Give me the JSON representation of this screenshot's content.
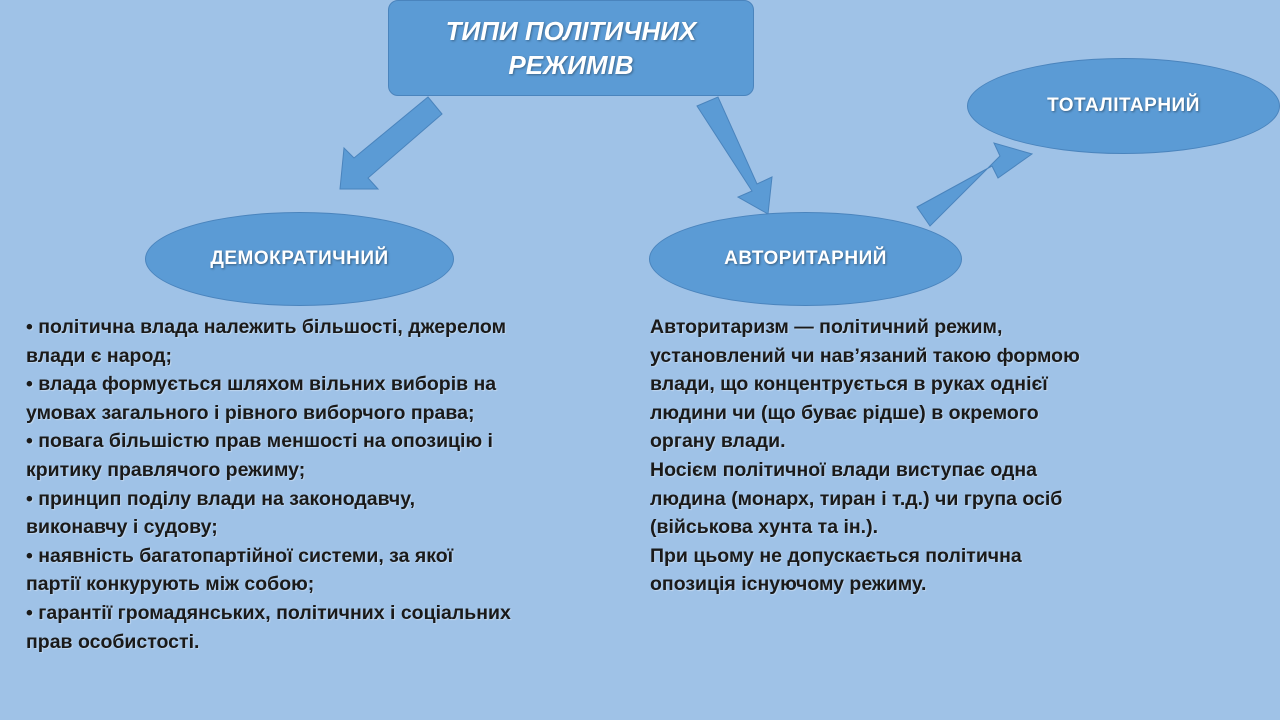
{
  "title": {
    "line1": "ТИПИ ПОЛІТИЧНИХ",
    "line2": "РЕЖИМІВ"
  },
  "nodes": {
    "democratic": "ДЕМОКРАТИЧНИЙ",
    "authoritarian": "АВТОРИТАРНИЙ",
    "totalitarian": "ТОТАЛІТАРНИЙ"
  },
  "democratic_text": [
    "• політична влада належить більшості, джерелом",
    "влади є народ;",
    "• влада формується шляхом вільних виборів на",
    "умовах загального і рівного виборчого права;",
    "• повага більшістю прав меншості на опозицію і",
    "критику правлячого режиму;",
    "• принцип поділу влади на законодавчу,",
    "виконавчу і судову;",
    "• наявність багатопартійної  системи, за якої",
    "партії конкурують між собою;",
    "• гарантії громадянських, політичних і соціальних",
    "прав особистості."
  ],
  "authoritarian_text": {
    "term": "Авторитаризм",
    "first_line_rest": " — політичний режим,",
    "lines": [
      "установлений чи нав’язаний такою формою",
      "влади, що концентрується в руках однієї",
      "людини чи (що буває рідше) в окремого",
      "органу влади.",
      "Носієм політичної влади виступає одна",
      "людина (монарх, тиран і т.д.) чи група осіб",
      "(військова хунта та ін.).",
      "При цьому не допускається політична",
      "опозиція існуючому режиму."
    ]
  },
  "colors": {
    "background": "#9fc2e7",
    "shape_fill": "#5b9bd5",
    "shape_border": "#4a84bd",
    "shape_text": "#ffffff",
    "body_text": "#1a1a1a"
  }
}
